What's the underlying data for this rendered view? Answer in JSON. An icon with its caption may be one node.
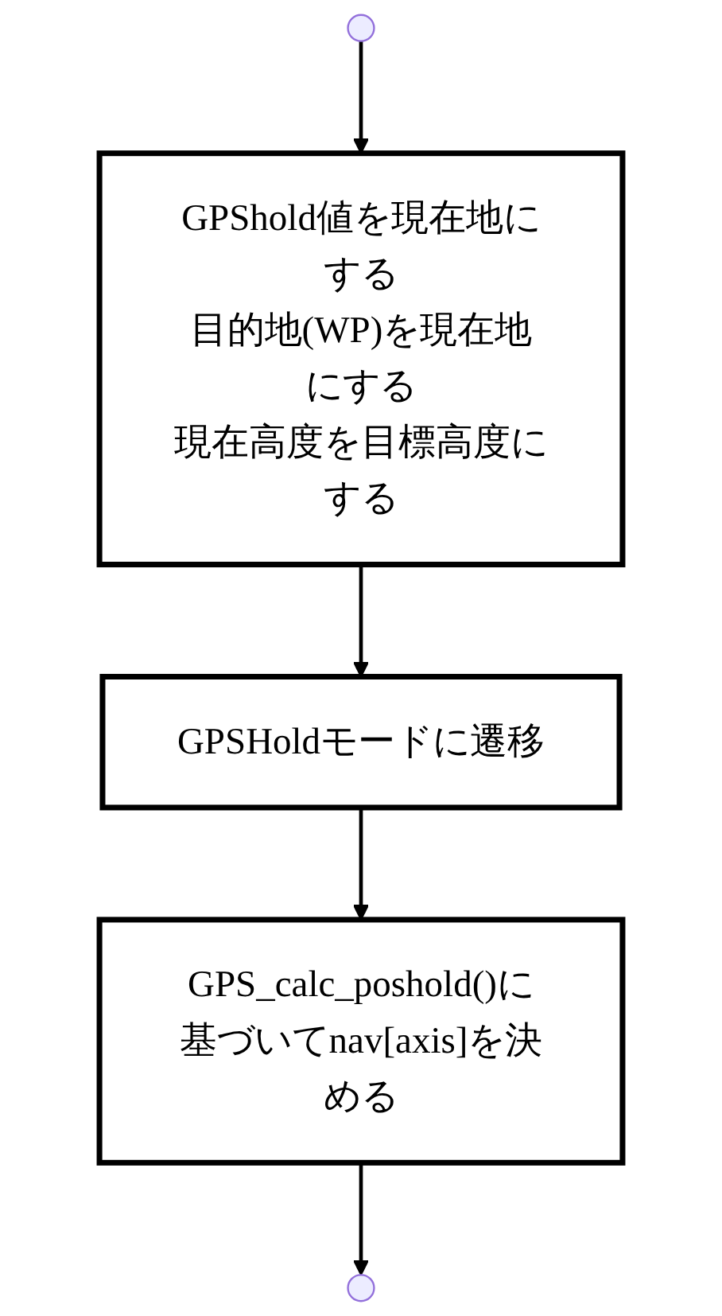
{
  "diagram": {
    "nodes": [
      {
        "text": [],
        "shape": "circle"
      },
      {
        "text": [
          "GPShold値を現在地にする",
          "目的地(WP)を現在地にする",
          "現在高度を目標高度にする"
        ]
      },
      {
        "text": [
          "GPSHoldモードに遷移"
        ]
      },
      {
        "text": [
          "GPS_calc_poshold()に基づいてnav[axis]を決める"
        ]
      },
      {
        "text": [],
        "shape": "circle"
      }
    ],
    "edges": [
      {
        "from": 0,
        "to": 1,
        "arrow": "to"
      },
      {
        "from": 1,
        "to": 2,
        "arrow": "to"
      },
      {
        "from": 2,
        "to": 3,
        "arrow": "to"
      },
      {
        "from": 3,
        "to": 4,
        "arrow": "to"
      }
    ]
  }
}
